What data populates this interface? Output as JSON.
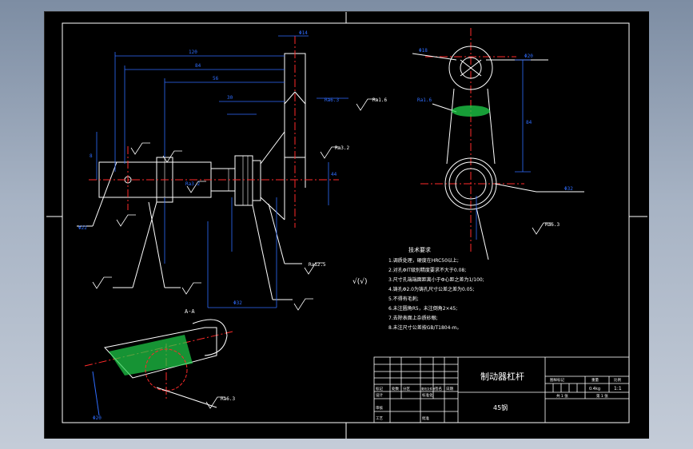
{
  "drawing": {
    "title": "制动器杠杆",
    "material": "45钢",
    "scale_value": "1:1",
    "section_label": "A-A",
    "rough_symbol": "√(√)",
    "tech_req_title": "技术要求",
    "tech_req_lines": [
      "1.调质处理，硬度在HRC50以上;",
      "2.对孔ΦIT级别精度要求不大于0.08;",
      "3.尺寸孔端端面距离小于Φ心距之差为1/100;",
      "4.铸孔Φ2.0为铸孔尺寸公差之差为0.05;",
      "5.不得有毛刺;",
      "6.未注圆角R5，未注倒角2×45;",
      "7.去除表面上杂质砂眼;",
      "8.未注尺寸公差按GB/T1804-m。"
    ]
  },
  "title_block": {
    "cells": [
      "标记",
      "处数",
      "分区",
      "更改文件号",
      "签名",
      "日期",
      "设计",
      "标准化",
      "审核",
      "工艺",
      "批准"
    ],
    "right_header": [
      "图样标记",
      "重量",
      "比例"
    ],
    "weight": "0.4kg",
    "sheet": "共 1 张",
    "sheet_of": "第 1 张"
  },
  "dims": {
    "d1": "Φ14",
    "d2": "Φ32",
    "d3": "Φ22",
    "d4": "Φ18",
    "d5": "Φ20",
    "r1": "Ra3.2",
    "r2": "Ra6.3",
    "r3": "Ra1.6",
    "r4": "Ra12.5",
    "len1": "120",
    "len2": "84",
    "len3": "56",
    "len4": "30",
    "side1": "8",
    "side2": "44"
  },
  "colors": {
    "background": "#000000",
    "frame": "#ffffff",
    "dimension": "#2f6dff",
    "centerline": "#ff2a2a",
    "hatch": "#1fd14a",
    "annotation": "#00c8c8"
  }
}
